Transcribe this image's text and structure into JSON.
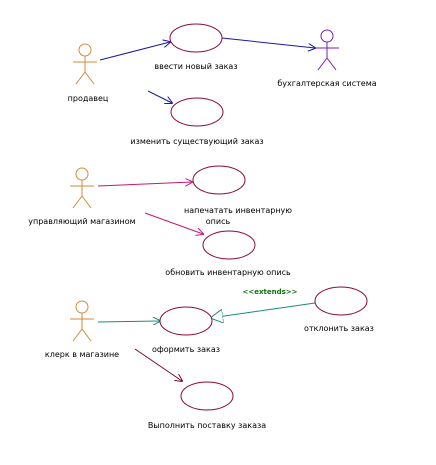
{
  "actors": {
    "seller": {
      "label": "продавец",
      "color": "#d38a3a"
    },
    "store_manager": {
      "label": "управляющий магазином",
      "color": "#d38a3a"
    },
    "clerk": {
      "label": "клерк в магазине",
      "color": "#d38a3a"
    },
    "accounting": {
      "label": "бухгалтерская система",
      "color": "#7a1fb0"
    }
  },
  "use_cases": {
    "new_order": {
      "label": "ввести новый заказ"
    },
    "change_order": {
      "label": "изменить существующий заказ"
    },
    "print_inventory": {
      "label": "напечатать инвентарную",
      "label2": "опись"
    },
    "update_inventory": {
      "label": "обновить инвентарную опись"
    },
    "place_order": {
      "label": "оформить заказ"
    },
    "cancel_order": {
      "label": "отклонить заказ"
    },
    "deliver_order": {
      "label": "Выполнить поставку заказа"
    }
  },
  "relations": {
    "extends_label": "<<extends>>"
  },
  "colors": {
    "blue_association": "#1a1aa6",
    "magenta_association": "#c0187a",
    "teal_association": "#1a8a7a",
    "maroon_association": "#7a0a2a",
    "usecase_border": "#8b0a3a",
    "extends_text": "#107010"
  }
}
